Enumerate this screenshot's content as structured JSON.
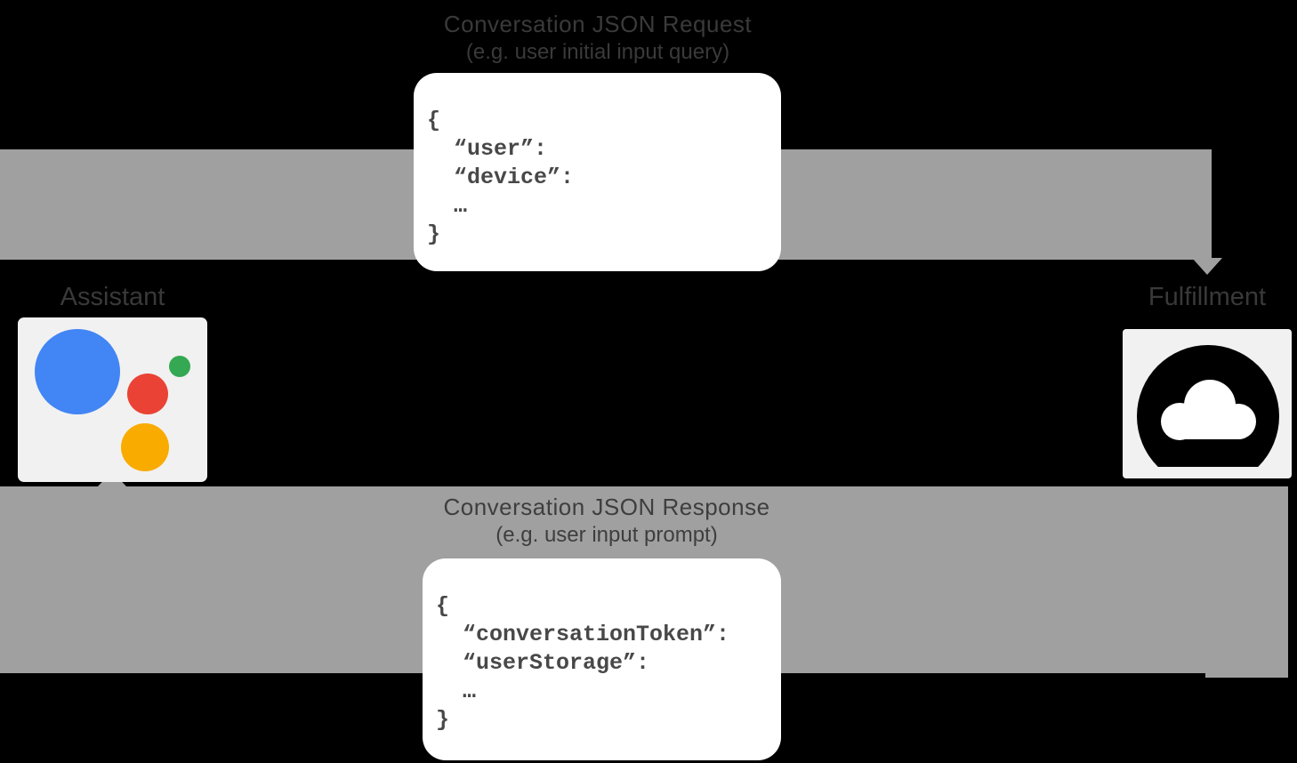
{
  "request": {
    "title": "Conversation JSON Request",
    "subtitle": "(e.g. user initial input query)",
    "code_lines": [
      "{",
      "  “user”:",
      "  “device”:",
      "  …",
      "}"
    ]
  },
  "response": {
    "title": "Conversation JSON Response",
    "subtitle": "(e.g. user input prompt)",
    "code_lines": [
      "{",
      "  “conversationToken”:",
      "  “userStorage”:",
      "  …",
      "}"
    ]
  },
  "nodes": {
    "assistant": {
      "label": "Assistant"
    },
    "fulfillment": {
      "label": "Fulfillment"
    }
  },
  "icons": {
    "assistant": "google-assistant-logo-icon",
    "fulfillment": "cloud-icon",
    "request_arrow": "arrow-down-icon",
    "response_arrow": "arrow-up-icon"
  },
  "colors": {
    "background": "#000000",
    "arrow_gray": "#a0a0a0",
    "label_text": "#3a3a3a",
    "code_text": "#484848",
    "box_white": "#ffffff",
    "tile_gray": "#f1f1f1",
    "assistant_blue": "#4285f4",
    "assistant_red": "#ea4335",
    "assistant_green": "#34a853",
    "assistant_yellow": "#f9ab00",
    "cloud_black": "#000000"
  }
}
